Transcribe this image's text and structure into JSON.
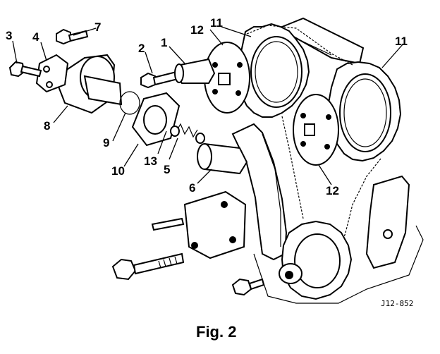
{
  "diagram": {
    "callouts": [
      {
        "id": "c1",
        "text": "1"
      },
      {
        "id": "c2",
        "text": "2"
      },
      {
        "id": "c3",
        "text": "3"
      },
      {
        "id": "c4",
        "text": "4"
      },
      {
        "id": "c5",
        "text": "5"
      },
      {
        "id": "c6",
        "text": "6"
      },
      {
        "id": "c7",
        "text": "7"
      },
      {
        "id": "c8",
        "text": "8"
      },
      {
        "id": "c9",
        "text": "9"
      },
      {
        "id": "c10",
        "text": "10"
      },
      {
        "id": "c11a",
        "text": "11"
      },
      {
        "id": "c11b",
        "text": "11"
      },
      {
        "id": "c12a",
        "text": "12"
      },
      {
        "id": "c12b",
        "text": "12"
      },
      {
        "id": "c13",
        "text": "13"
      }
    ],
    "reference_code": "J12-852",
    "caption": "Fig. 2"
  }
}
